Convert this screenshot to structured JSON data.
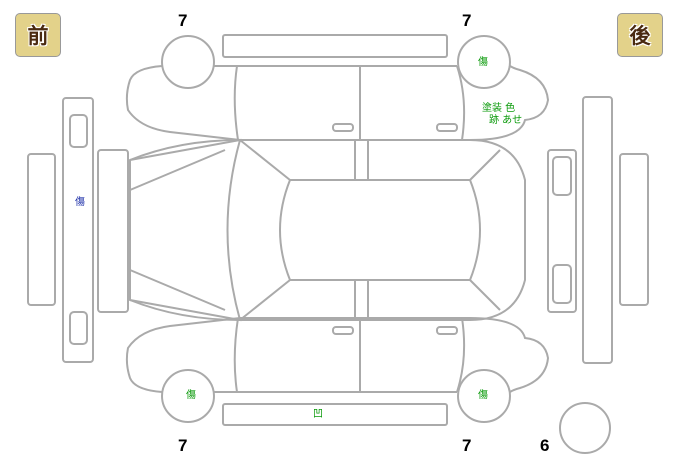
{
  "badges": {
    "front": "前",
    "rear": "後"
  },
  "numbers": {
    "front_left_wheel": "7",
    "rear_left_wheel": "7",
    "front_right_wheel": "7",
    "rear_right_wheel": "7",
    "spare": "6"
  },
  "marks": {
    "front_bumper": "傷",
    "rear_left_wheel": "傷",
    "rear_left_quarter_line1": "塗装 色",
    "rear_left_quarter_line2": "跡 あせ",
    "front_right_wheel": "傷",
    "rear_right_wheel": "傷",
    "right_sill": "凹"
  },
  "colors": {
    "badge": "#e3d28a",
    "mark_green": "#0a9a0a",
    "mark_blue": "#2233aa",
    "outline": "#aaaaaa"
  }
}
